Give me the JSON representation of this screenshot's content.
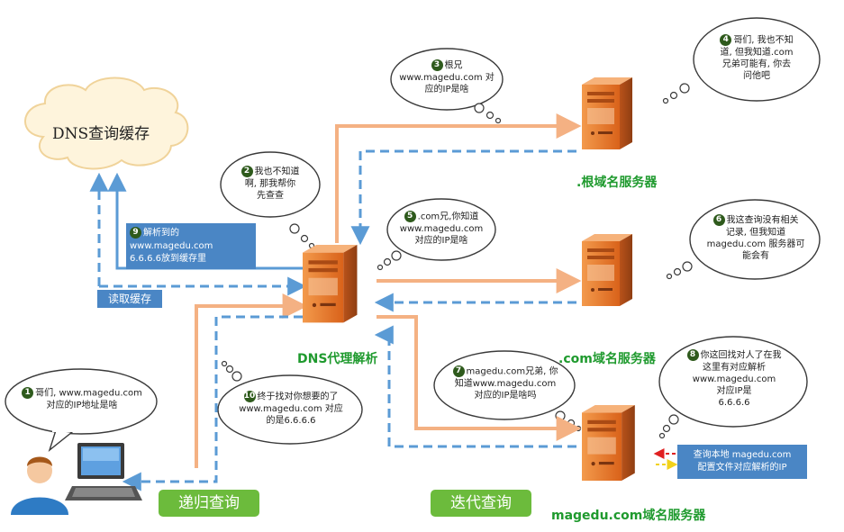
{
  "cache_cloud": {
    "label": "DNS查询缓存"
  },
  "servers": {
    "proxy": "DNS代理解析",
    "root": ".根域名服务器",
    "com": ".com域名服务器",
    "magedu": "magedu.com域名服务器"
  },
  "bubbles": [
    {
      "num": "1",
      "lines": [
        "哥们, www.magedu.com",
        "对应的IP地址是啥"
      ]
    },
    {
      "num": "2",
      "lines": [
        "我也不知道",
        "啊, 那我帮你",
        "先查查"
      ]
    },
    {
      "num": "3",
      "lines": [
        "根兄",
        "www.magedu.com 对",
        "应的IP是啥"
      ]
    },
    {
      "num": "4",
      "lines": [
        "哥们, 我也不知",
        "道, 但我知道.com",
        "兄弟可能有, 你去",
        "问他吧"
      ]
    },
    {
      "num": "5",
      "lines": [
        ".com兄,你知道",
        "www.magedu.com",
        "对应的IP是啥"
      ]
    },
    {
      "num": "6",
      "lines": [
        "我这查询没有相关",
        "记录, 但我知道",
        "magedu.com 服务器可",
        "能会有"
      ]
    },
    {
      "num": "7",
      "lines": [
        "magedu.com兄弟, 你",
        "知道www.magedu.com",
        "对应的IP是啥吗"
      ]
    },
    {
      "num": "8",
      "lines": [
        "你这回找对人了在我",
        "这里有对应解析",
        "www.magedu.com",
        "对应IP是",
        "6.6.6.6"
      ]
    },
    {
      "num": "10",
      "lines": [
        "终于找对你想要的了",
        "www.magedu.com 对应",
        "的是6.6.6.6"
      ]
    }
  ],
  "cache_note": {
    "num": "9",
    "lines": [
      "解析到的 www.magedu.com",
      "6.6.6.6放到缓存里"
    ]
  },
  "read_cache": "读取缓存",
  "local_lookup": {
    "lines": [
      "查询本地 magedu.com",
      "配置文件对应解析的IP"
    ]
  },
  "buttons": {
    "recursive": "递归查询",
    "iterative": "迭代查询"
  },
  "colors": {
    "orange": "#f4b183",
    "blue": "#5b9bd5",
    "green": "#1f9a2e",
    "server": "#e87722"
  }
}
